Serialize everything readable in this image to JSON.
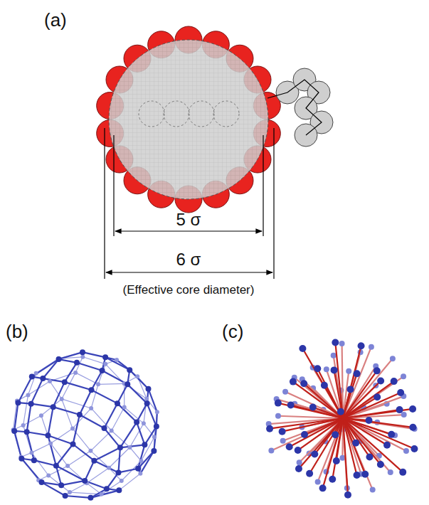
{
  "diagram": {
    "labels": [
      "(a)",
      "5 σ",
      "6 σ",
      "(Effective core diameter)",
      "(b)",
      "(c)"
    ]
  }
}
